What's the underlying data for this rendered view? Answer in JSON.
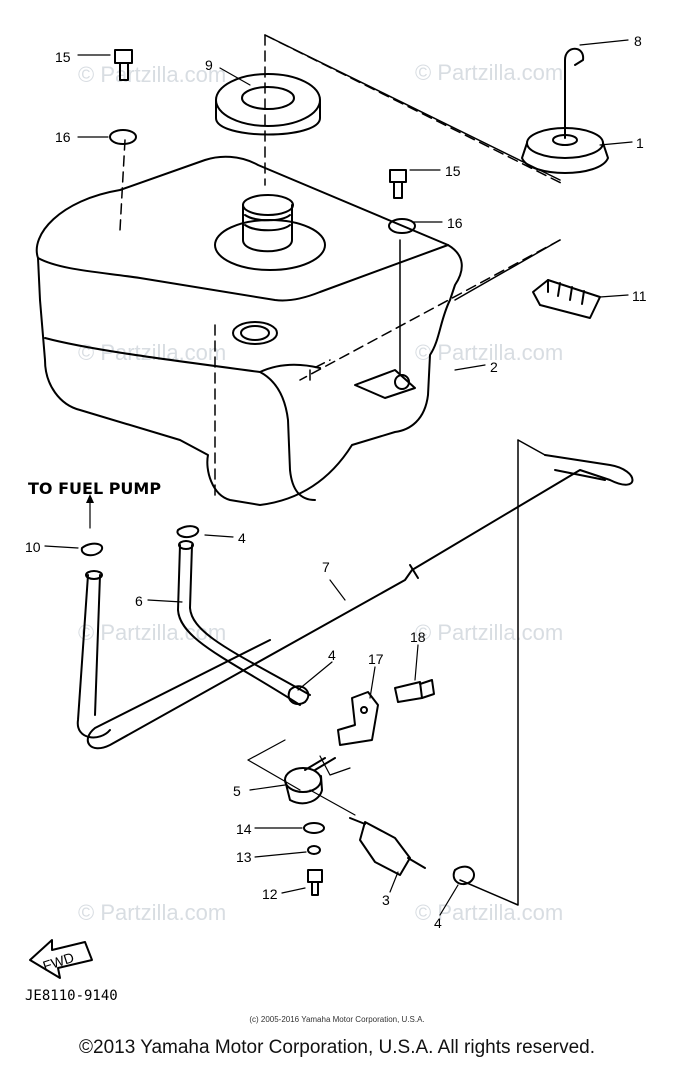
{
  "diagram": {
    "code": "JE8110-9140",
    "destination_label": "TO FUEL PUMP",
    "fwd_label": "FWD",
    "watermark": "© Partzilla.com",
    "small_copyright": "(c) 2005-2016 Yamaha Motor Corporation, U.S.A.",
    "footer": "©2013 Yamaha Motor Corporation, U.S.A. All rights reserved.",
    "callouts": {
      "c1": "1",
      "c2": "2",
      "c3": "3",
      "c4a": "4",
      "c4b": "4",
      "c4c": "4",
      "c5": "5",
      "c6": "6",
      "c7": "7",
      "c8": "8",
      "c9": "9",
      "c10": "10",
      "c11": "11",
      "c12": "12",
      "c13": "13",
      "c14": "14",
      "c15a": "15",
      "c15b": "15",
      "c16a": "16",
      "c16b": "16",
      "c17": "17",
      "c18": "18"
    }
  }
}
